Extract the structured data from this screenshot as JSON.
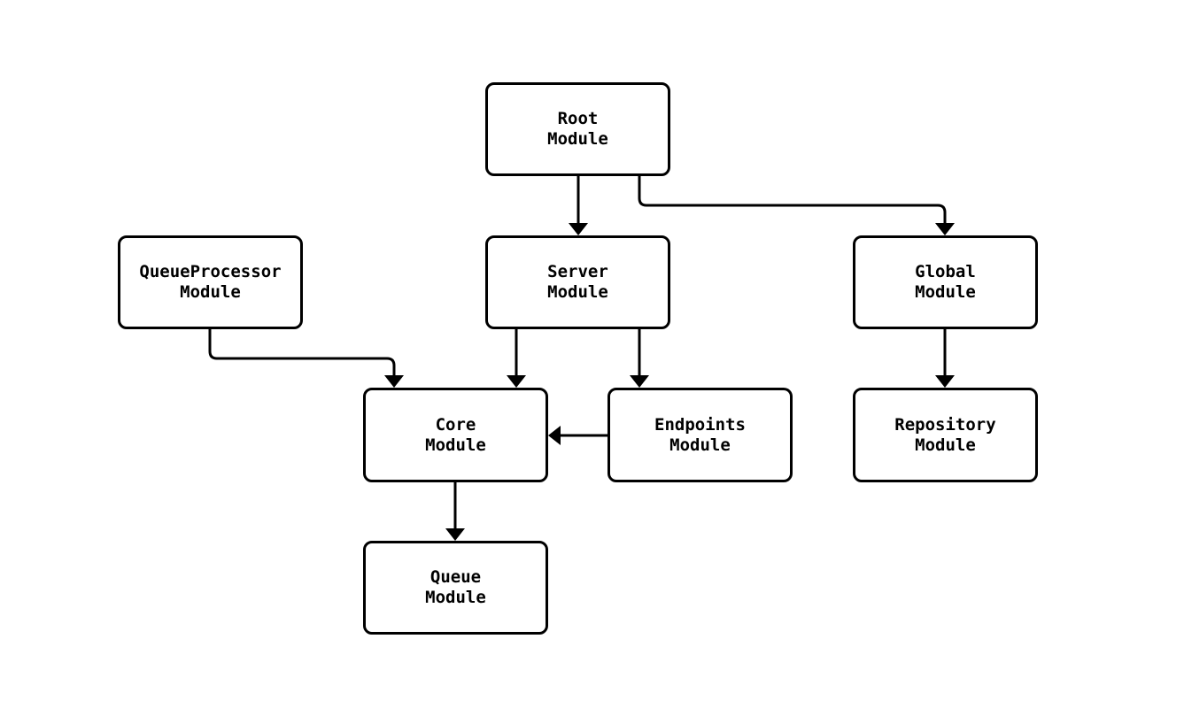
{
  "diagram": {
    "type": "flowchart",
    "colors": {
      "background": "#ffffff",
      "node_fill": "#ffffff",
      "stroke": "#000000",
      "text": "#000000"
    },
    "nodes": [
      {
        "id": "root",
        "label": "Root\nModule"
      },
      {
        "id": "queue-processor",
        "label": "QueueProcessor\nModule"
      },
      {
        "id": "server",
        "label": "Server\nModule"
      },
      {
        "id": "global",
        "label": "Global\nModule"
      },
      {
        "id": "core",
        "label": "Core\nModule"
      },
      {
        "id": "endpoints",
        "label": "Endpoints\nModule"
      },
      {
        "id": "repository",
        "label": "Repository\nModule"
      },
      {
        "id": "queue",
        "label": "Queue\nModule"
      }
    ],
    "edges": [
      {
        "from": "root",
        "to": "server"
      },
      {
        "from": "root",
        "to": "global"
      },
      {
        "from": "queue-processor",
        "to": "core"
      },
      {
        "from": "server",
        "to": "core"
      },
      {
        "from": "server",
        "to": "endpoints"
      },
      {
        "from": "endpoints",
        "to": "core"
      },
      {
        "from": "global",
        "to": "repository"
      },
      {
        "from": "core",
        "to": "queue"
      }
    ]
  }
}
